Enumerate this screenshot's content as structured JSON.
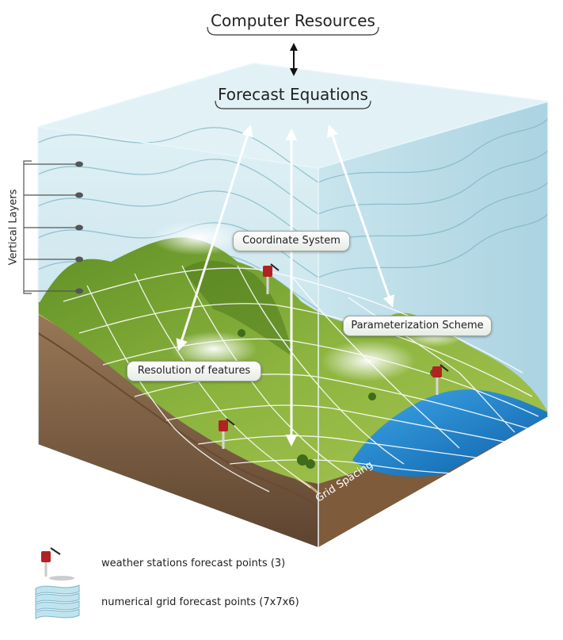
{
  "diagram": {
    "title_top": "Computer Resources",
    "title_equations": "Forecast Equations",
    "labels": {
      "coordinate_system": "Coordinate System",
      "parameterization": "Parameterization Scheme",
      "resolution": "Resolution of features",
      "vertical_layers": "Vertical Layers",
      "grid_spacing": "Grid Spacing"
    }
  },
  "legend": {
    "stations": "weather stations forecast points (3)",
    "grid": "numerical grid forecast points (7x7x6)"
  },
  "colors": {
    "sky": "#cfe7ee",
    "grass": "#7fa83a",
    "soil": "#7a5a3c",
    "water": "#1e7fc4"
  }
}
